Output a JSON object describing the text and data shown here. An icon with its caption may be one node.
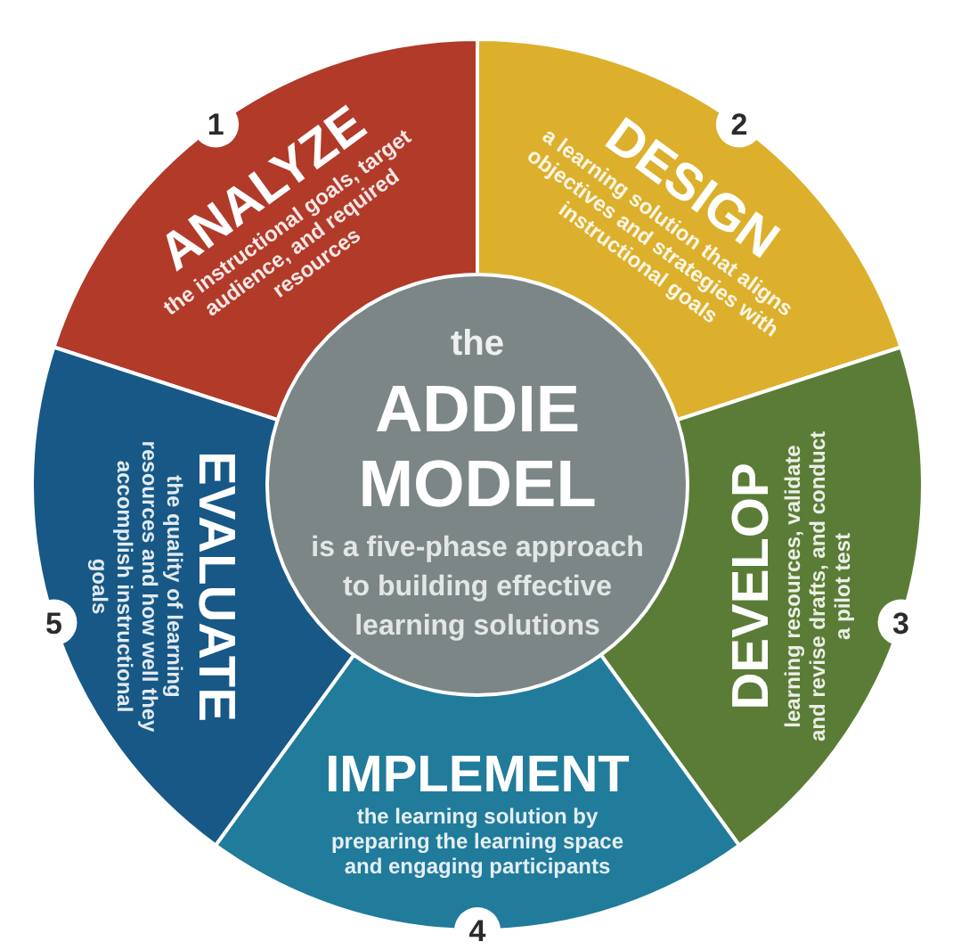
{
  "diagram": {
    "nodes": [
      {
        "text": [
          "the",
          "ADDIE MODEL",
          "is a five-phase approach to building effective learning solutions"
        ]
      },
      {
        "text": [
          "ANALYZE",
          "the instructional goals, target audience, and required resources"
        ],
        "beside": [
          "1"
        ]
      },
      {
        "text": [
          "DESIGN",
          "a learning solution that aligns objectives and strategies with instructional goals"
        ],
        "beside": [
          "2"
        ]
      },
      {
        "text": [
          "DEVELOP",
          "learning resources, validate and revise drafts, and conduct a pilot test"
        ],
        "beside": [
          "3"
        ]
      },
      {
        "text": [
          "IMPLEMENT",
          "the learning solution by preparing the learning space and engaging participants"
        ],
        "beside": [
          "4"
        ]
      },
      {
        "text": [
          "EVALUATE",
          "the quality of learning resources and how well they accomplish instructional goals"
        ],
        "beside": [
          "5"
        ]
      }
    ]
  }
}
